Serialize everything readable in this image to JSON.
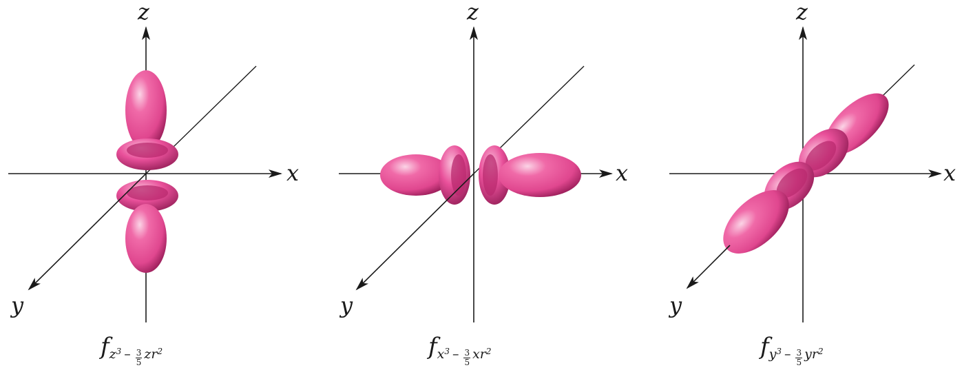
{
  "colors": {
    "lobe": "#e94b98",
    "lobe_highlight": "#fbd4e6",
    "lobe_shadow": "#9c1f5b",
    "axis": "#1a1a1a",
    "background": "#ffffff"
  },
  "panels": [
    {
      "orientation": "z",
      "axis_labels": {
        "z": "z",
        "x": "x",
        "y": "y"
      },
      "caption": {
        "f": "f",
        "var": "z",
        "power": "3",
        "minus": "–",
        "frac_num": "3",
        "frac_den": "5",
        "tail": "zr",
        "tail_power": "2"
      }
    },
    {
      "orientation": "x",
      "axis_labels": {
        "z": "z",
        "x": "x",
        "y": "y"
      },
      "caption": {
        "f": "f",
        "var": "x",
        "power": "3",
        "minus": "–",
        "frac_num": "3",
        "frac_den": "5",
        "tail": "xr",
        "tail_power": "2"
      }
    },
    {
      "orientation": "y",
      "axis_labels": {
        "z": "z",
        "x": "x",
        "y": "y"
      },
      "caption": {
        "f": "f",
        "var": "y",
        "power": "3",
        "minus": "–",
        "frac_num": "3",
        "frac_den": "5",
        "tail": "yr",
        "tail_power": "2"
      }
    }
  ]
}
